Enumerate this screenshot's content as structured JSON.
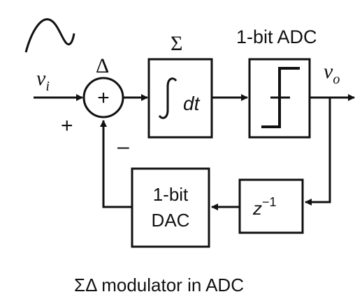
{
  "diagram": {
    "input_label_base": "v",
    "input_label_sub": "i",
    "output_label_base": "v",
    "output_label_sub": "o",
    "delta_label": "Δ",
    "sigma_label": "Σ",
    "summer_plus": "+",
    "input_sign": "+",
    "feedback_sign": "–",
    "integrator_text": "dt",
    "adc_label": "1-bit ADC",
    "delay_base": "z",
    "delay_exp": "−1",
    "dac_line1": "1-bit",
    "dac_line2": "DAC",
    "caption": "ΣΔ modulator in ADC"
  },
  "colors": {
    "line": "#111111",
    "background": "#ffffff"
  }
}
